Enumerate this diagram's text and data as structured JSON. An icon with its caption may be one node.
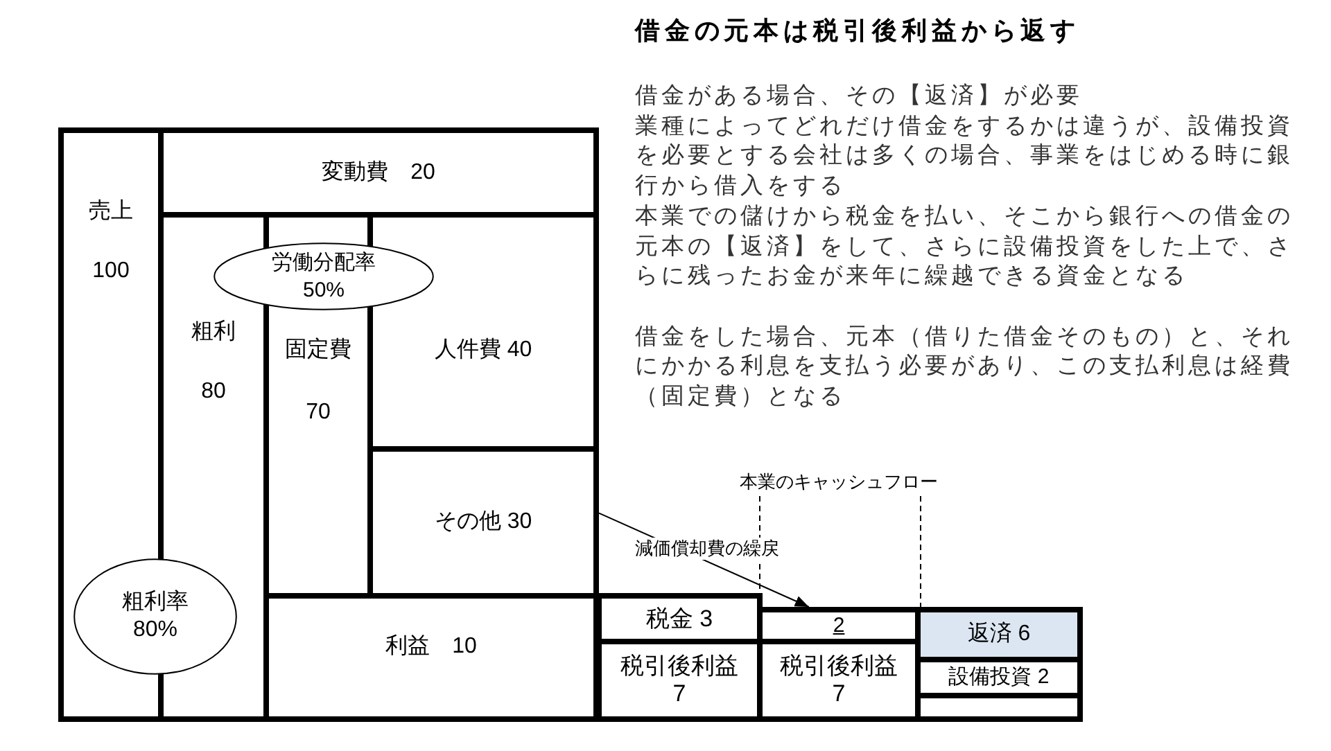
{
  "diagram": {
    "title": "借金の元本は税引後利益から返す",
    "nodes": [
      {
        "text": [
          "売上",
          "100"
        ]
      },
      {
        "text": [
          "変動費　20"
        ]
      },
      {
        "text": [
          "粗利",
          "80"
        ]
      },
      {
        "text": [
          "固定費",
          "70"
        ]
      },
      {
        "text": [
          "人件費 40"
        ]
      },
      {
        "text": [
          "労働分配率50%"
        ]
      },
      {
        "text": [
          "その他 30"
        ]
      },
      {
        "text": [
          "粗利率80%"
        ]
      },
      {
        "text": [
          "利益　10"
        ]
      },
      {
        "text": [
          "税金 3"
        ]
      },
      {
        "text": [
          "2"
        ]
      },
      {
        "text": [
          "返済 6"
        ]
      },
      {
        "text": [
          "税引後利益 7"
        ]
      },
      {
        "text": [
          "税引後利益 7"
        ]
      },
      {
        "text": [
          "設備投資 2"
        ]
      },
      {
        "text": [],
        "shape": "box"
      }
    ],
    "edges": [
      {
        "from": 6,
        "to": 10,
        "arrow": "to",
        "label": "減価償却費の繰戻"
      }
    ],
    "labels": [
      "借金がある場合、その【返済】が必要",
      "業種によってどれだけ借金をするかは違うが、設備投資を必要とする会社は多くの場合、事業をはじめる時に銀行から借入をする",
      "本業での儲けから税金を払い、そこから銀行への借金の元本の【返済】をして、さらに設備投資をした上で、さらに残ったお金が来年に繰越できる資金となる",
      "借金をした場合、元本（借りた借金そのもの）と、それにかかる利息を支払う必要があり、この支払利息は経費（固定費）となる",
      "本業のキャッシュフロー"
    ]
  }
}
